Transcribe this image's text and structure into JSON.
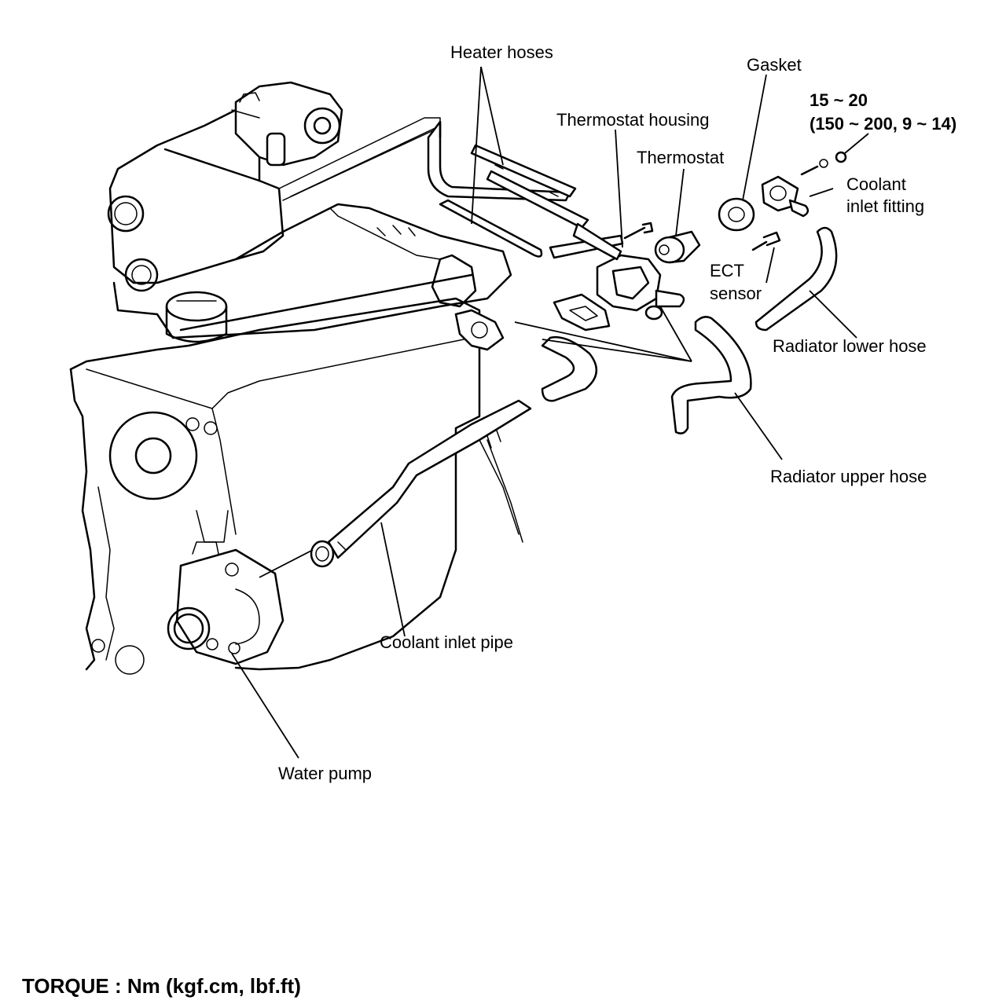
{
  "labels": {
    "heater_hoses": "Heater hoses",
    "gasket": "Gasket",
    "torque_spec_line1": "15 ~ 20",
    "torque_spec_line2": "(150 ~ 200, 9 ~ 14)",
    "thermostat_housing": "Thermostat housing",
    "thermostat": "Thermostat",
    "coolant_inlet_fitting_line1": "Coolant",
    "coolant_inlet_fitting_line2": "inlet fitting",
    "ect_sensor_line1": "ECT",
    "ect_sensor_line2": "sensor",
    "radiator_lower_hose": "Radiator lower hose",
    "radiator_upper_hose": "Radiator upper hose",
    "coolant_inlet_pipe": "Coolant inlet pipe",
    "water_pump": "Water pump"
  },
  "footer": {
    "torque_units": "TORQUE : Nm (kgf.cm, lbf.ft)"
  }
}
